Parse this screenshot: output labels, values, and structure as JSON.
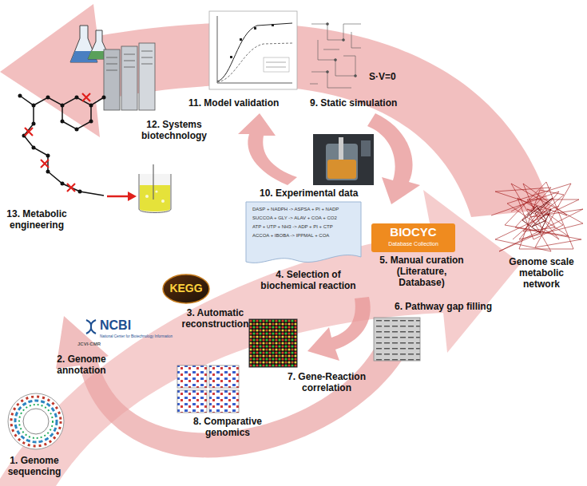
{
  "diagram": {
    "labels": [
      "1. Genome sequencing",
      "2. Genome annotation",
      "NCBI",
      "National Center for Biotechnology Information",
      "JCVI·CMR",
      "3. Automatic reconstruction",
      "KEGG",
      "DASP + NADPH -> ASPSA + PI + NADP",
      "SUCCOA + GLY -> ALAV + COA + CO2",
      "ATP + UTP + NH3 -> ADP + PI + CTP",
      "ACCOA + IBOBA -> IPPMAL + COA",
      "4. Selection of biochemical reaction",
      "BIOCYC",
      "Database Collection",
      "5. Manual curation (Literature, Database)",
      "6. Pathway gap filling",
      "7. Gene-Reaction correlation",
      "8. Comparative genomics",
      "9. Static simulation",
      "S·V=0",
      "10. Experimental data",
      "11. Model validation",
      "12. Systems biotechnology",
      "13. Metabolic engineering",
      "Genome scale metabolic network"
    ]
  }
}
